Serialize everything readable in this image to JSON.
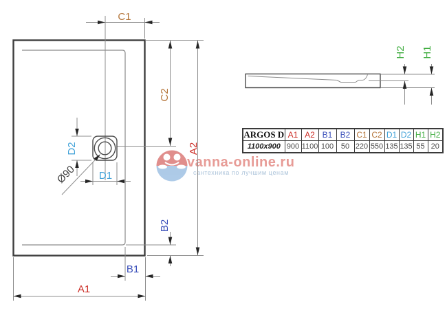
{
  "colors": {
    "a": "#cc2d26",
    "b": "#3a4fba",
    "c": "#b5763b",
    "d": "#41a2d8",
    "h": "#43ae43",
    "drawing_outline": "#3e3e3e",
    "drawing_line": "#8c8c8c",
    "table_border": "#3a3a3a"
  },
  "drawing": {
    "plan_labels": {
      "a1": "A1",
      "a2": "A2",
      "b1": "B1",
      "b2": "B2",
      "c1": "C1",
      "c2": "C2",
      "d1": "D1",
      "d2": "D2",
      "drain": "Ø90"
    },
    "profile_labels": {
      "h1": "H1",
      "h2": "H2"
    }
  },
  "table": {
    "model": "ARGOS D",
    "headers": [
      "A1",
      "A2",
      "B1",
      "B2",
      "C1",
      "C2",
      "D1",
      "D2",
      "H1",
      "H2"
    ],
    "row": {
      "size": "1100x900",
      "values": [
        "900",
        "1100",
        "100",
        "50",
        "220",
        "550",
        "135",
        "135",
        "55",
        "20"
      ]
    }
  },
  "watermark": {
    "brand": "vanna-online.ru",
    "tagline": "сантехника по лучшим ценам",
    "brand_color": "#e2837c",
    "tagline_color": "#a3bdd6",
    "logo_top_color": "#dd8280",
    "logo_bottom_color": "#a5c5e5"
  }
}
